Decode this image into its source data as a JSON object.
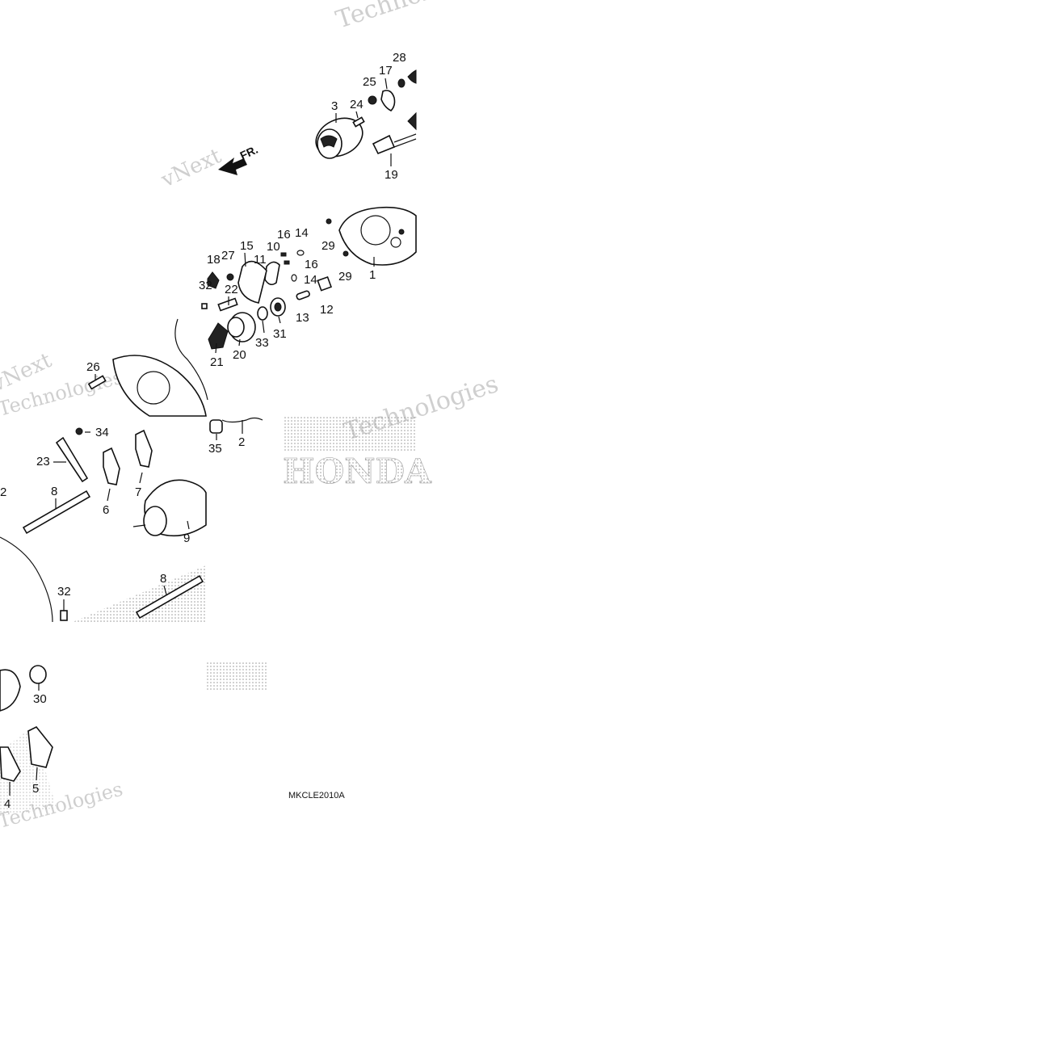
{
  "diagram": {
    "front_arrow_label": "FR.",
    "drawing_code": "MKCLE2010A",
    "brand_watermark": "HONDA",
    "watermark_text": [
      "vNext",
      "Technologies"
    ],
    "callouts": [
      "1",
      "2",
      "3",
      "4",
      "5",
      "6",
      "7",
      "8",
      "9",
      "10",
      "11",
      "12",
      "13",
      "14",
      "15",
      "16",
      "17",
      "18",
      "19",
      "20",
      "21",
      "22",
      "23",
      "24",
      "25",
      "26",
      "27",
      "28",
      "29",
      "30",
      "31",
      "32",
      "33",
      "34",
      "35"
    ]
  },
  "colors": {
    "ink": "#111111",
    "watermark": "#cfcfcf",
    "dots": "#9a9a9a"
  }
}
